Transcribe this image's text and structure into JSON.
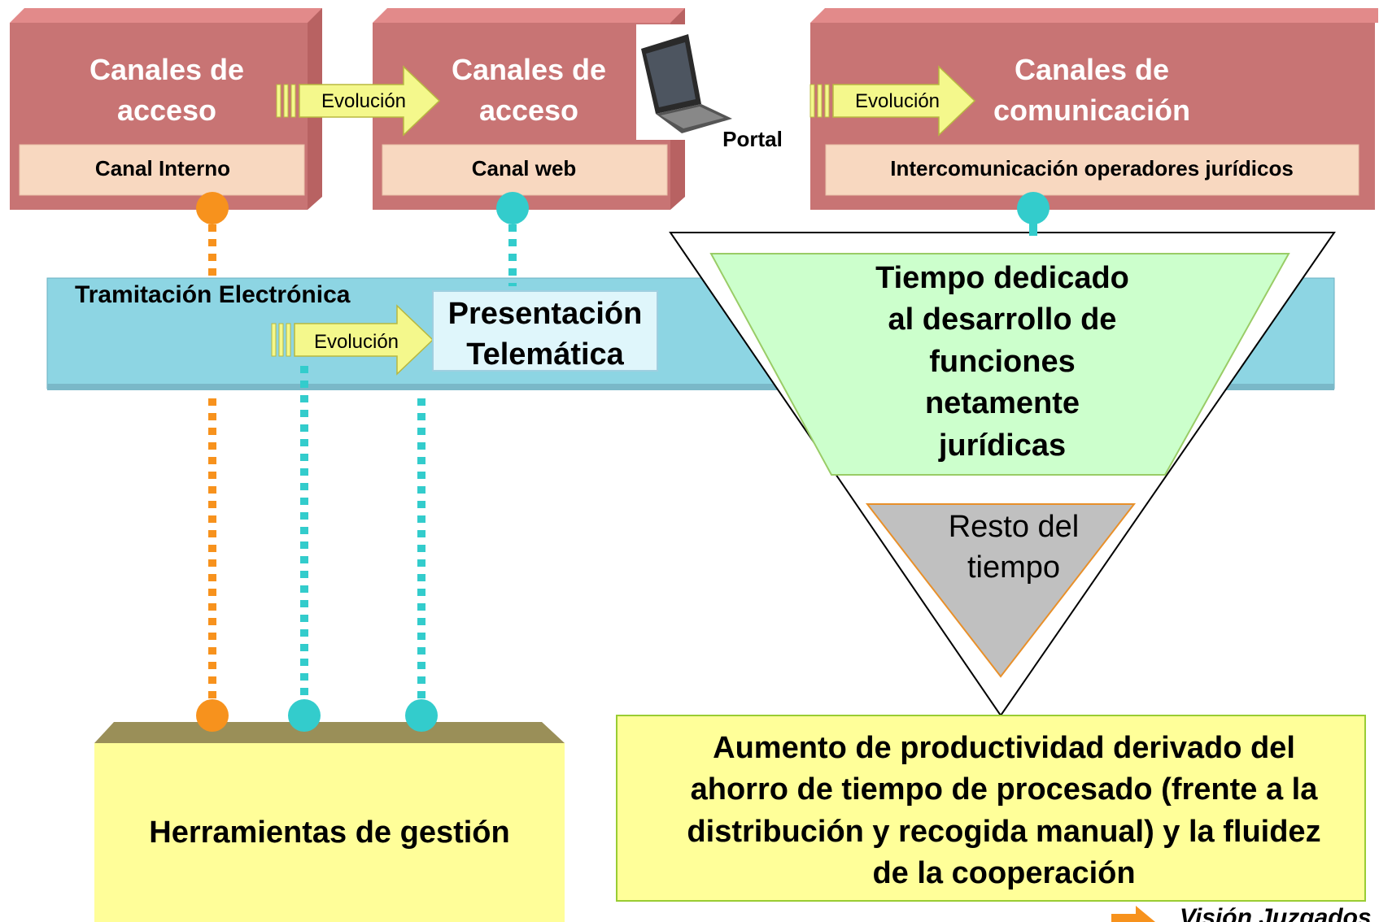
{
  "boxes": {
    "acceso_interno": {
      "title_line1": "Canales de",
      "title_line2": "acceso",
      "sublabel": "Canal Interno"
    },
    "acceso_web": {
      "title_line1": "Canales de",
      "title_line2": "acceso",
      "sublabel": "Canal web"
    },
    "comunicacion": {
      "title_line1": "Canales de",
      "title_line2": "comunicación",
      "sublabel": "Intercomunicación operadores jurídicos"
    }
  },
  "arrows": {
    "evolucion_1": "Evolución",
    "evolucion_2": "Evolución",
    "evolucion_3": "Evolución"
  },
  "portal": {
    "label": "Portal",
    "icon": "laptop-icon"
  },
  "tramitacion": {
    "title": "Tramitación Electrónica",
    "presentacion_line1": "Presentación",
    "presentacion_line2": "Telemática"
  },
  "triangle": {
    "top_line1": "Tiempo dedicado",
    "top_line2": "al desarrollo de",
    "top_line3": "funciones",
    "top_line4": "netamente",
    "top_line5": "jurídicas",
    "bottom_line1": "Resto del",
    "bottom_line2": "tiempo"
  },
  "herramientas": {
    "label": "Herramientas de gestión"
  },
  "productividad": {
    "line1": "Aumento de productividad derivado del",
    "line2": "ahorro de tiempo de procesado (frente a la",
    "line3": "distribución y recogida manual) y la fluidez",
    "line4": "de la cooperación"
  },
  "footer": {
    "label": "Visión Juzgados"
  },
  "colors": {
    "box_front": "#c87474",
    "box_top": "#e28a8a",
    "sublabel_bg": "#f8d8c0",
    "arrow_fill": "#f4f88c",
    "band_blue": "#8dd5e3",
    "green_fill": "#ccffcc",
    "grey_fill": "#c0c0c0",
    "yellow_box": "#fffe99",
    "olive_top": "#9a8f58",
    "orange": "#f7921d",
    "teal": "#33cccc"
  }
}
